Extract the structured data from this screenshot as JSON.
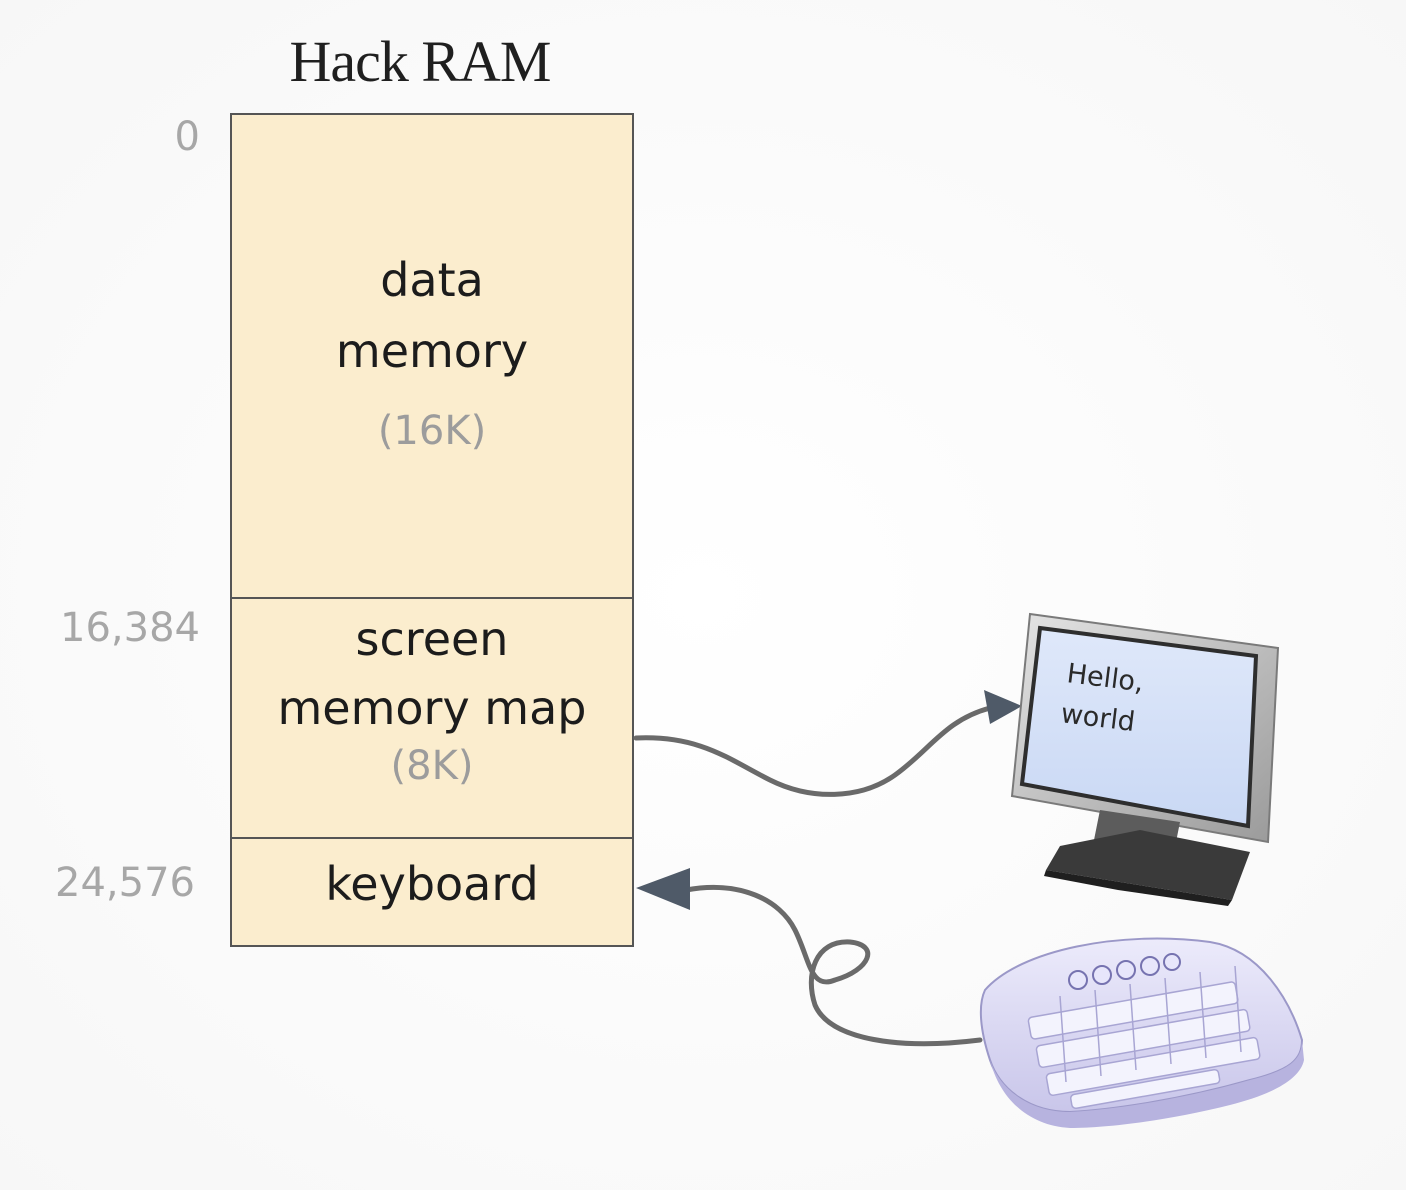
{
  "title": "Hack RAM",
  "addresses": [
    "0",
    "16,384",
    "24,576"
  ],
  "segments": {
    "data_memory": {
      "line1": "data",
      "line2": "memory",
      "size": "(16K)"
    },
    "screen_map": {
      "line1": "screen",
      "line2": "memory map",
      "size": "(8K)"
    },
    "keyboard": {
      "label": "keyboard"
    }
  },
  "monitor": {
    "line1": "Hello,",
    "line2": "world"
  },
  "colors": {
    "ram_fill": "#fbedce",
    "border": "#555555",
    "address_text": "#a7a7a7",
    "cable": "#6a6a6a",
    "keyboard": "#dcd9f3"
  }
}
